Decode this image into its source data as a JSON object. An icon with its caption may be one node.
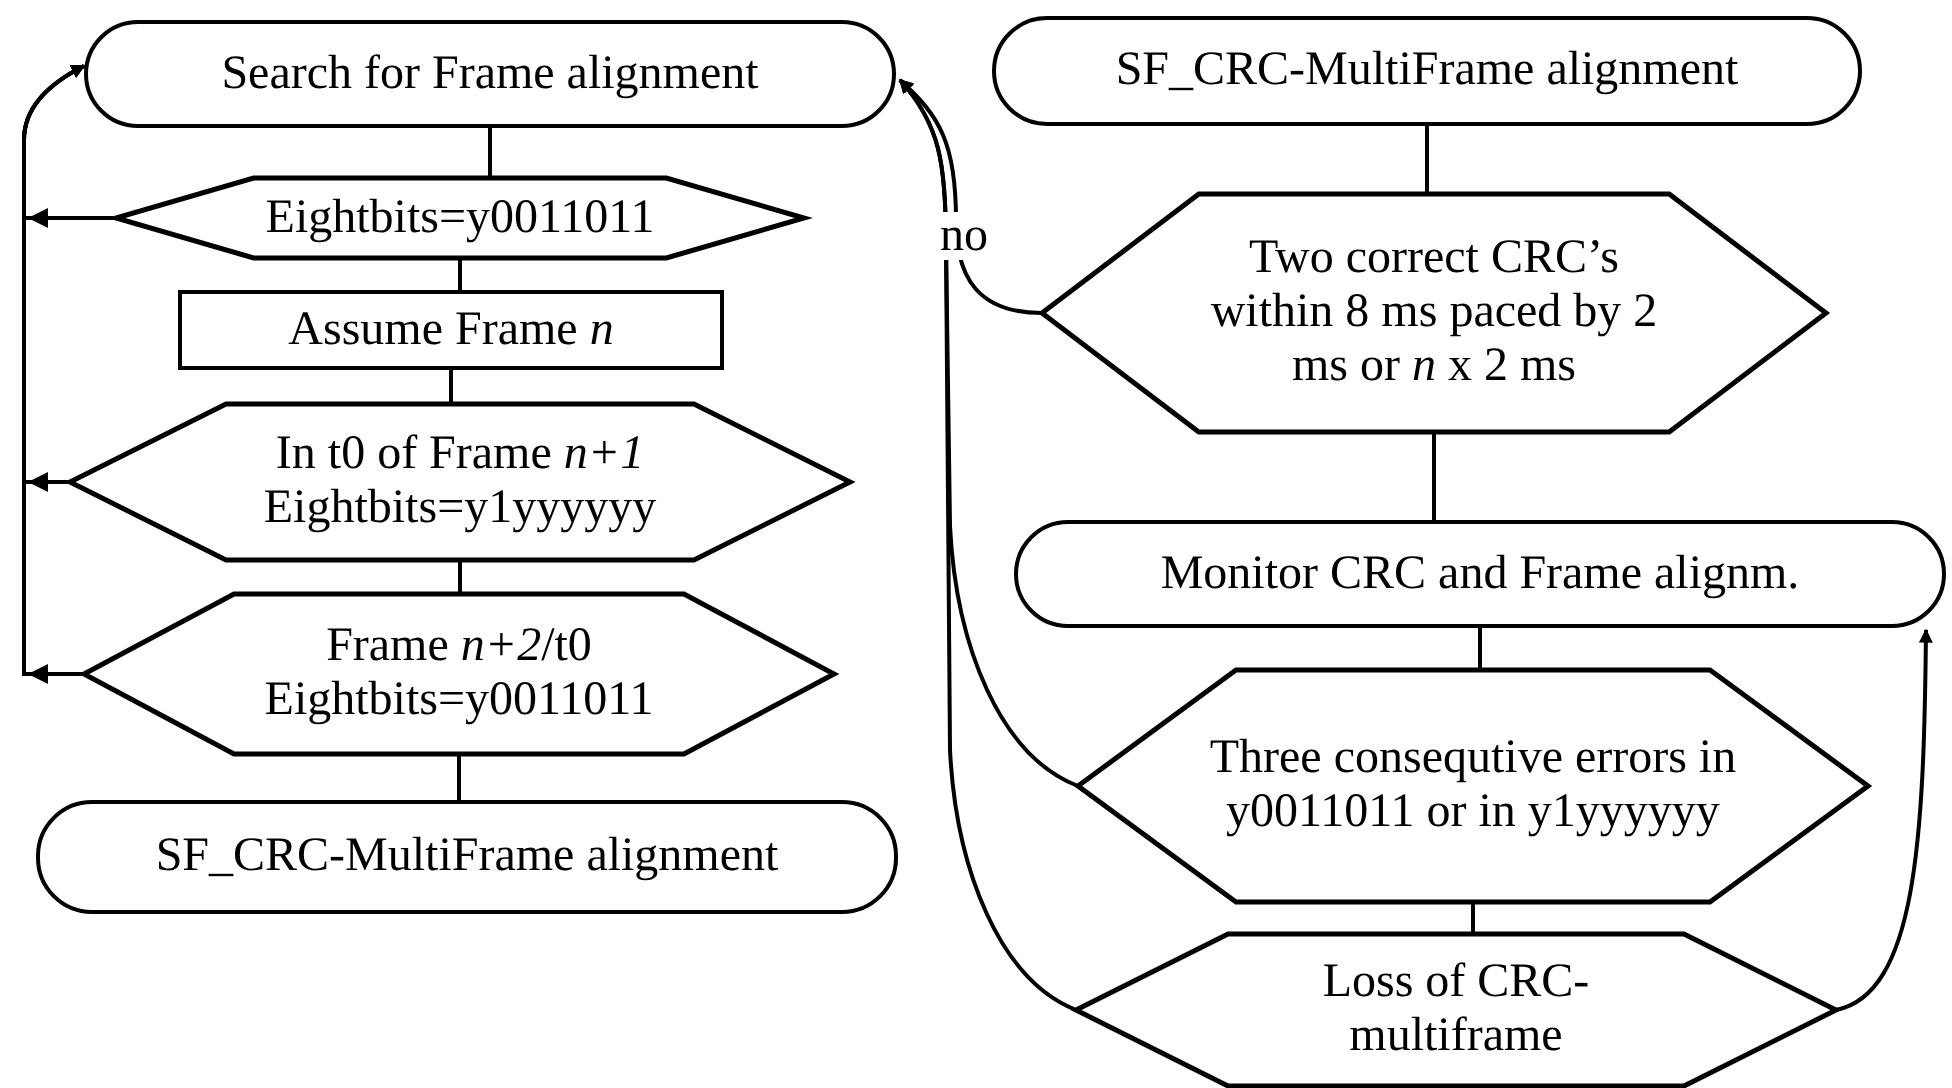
{
  "diagram": {
    "nodes": [
      {
        "text": [
          "Search for Frame alignment"
        ]
      },
      {
        "text": [
          "Eightbits=y0011011"
        ]
      },
      {
        "text": [
          "Assume Frame *n*"
        ]
      },
      {
        "text": [
          "In t0 of Frame *n+1*",
          "Eightbits=y1yyyyyy"
        ]
      },
      {
        "text": [
          "Frame *n+2*/t0",
          "Eightbits=y0011011"
        ]
      },
      {
        "text": [
          "SF_CRC-MultiFrame alignment"
        ]
      },
      {
        "text": [
          "SF_CRC-MultiFrame alignment"
        ]
      },
      {
        "text": [
          "Two correct CRC’s within 8 ms paced by 2 ms or *n* x 2 ms"
        ]
      },
      {
        "text": [
          "Monitor CRC and Frame alignm."
        ]
      },
      {
        "text": [
          "Three consequtive errors in y0011011 or in y1yyyyyy"
        ]
      },
      {
        "text": [
          "Loss of CRC- multiframe"
        ]
      }
    ],
    "edges": [
      {
        "from": 0,
        "to": 1,
        "arrow": "none"
      },
      {
        "from": 1,
        "to": 2,
        "arrow": "none"
      },
      {
        "from": 2,
        "to": 3,
        "arrow": "none"
      },
      {
        "from": 3,
        "to": 4,
        "arrow": "none"
      },
      {
        "from": 4,
        "to": 5,
        "arrow": "none"
      },
      {
        "from": 1,
        "to": 0,
        "arrow": "to"
      },
      {
        "from": 3,
        "to": 0,
        "arrow": "to"
      },
      {
        "from": 4,
        "to": 0,
        "arrow": "to"
      },
      {
        "from": 6,
        "to": 7,
        "arrow": "none"
      },
      {
        "from": 7,
        "to": 8,
        "arrow": "none"
      },
      {
        "from": 8,
        "to": 9,
        "arrow": "none"
      },
      {
        "from": 9,
        "to": 10,
        "arrow": "none"
      },
      {
        "from": 7,
        "to": 0,
        "label": "no",
        "arrow": "to"
      },
      {
        "from": 9,
        "to": 0,
        "arrow": "to"
      },
      {
        "from": 10,
        "to": 0,
        "arrow": "to"
      },
      {
        "from": 10,
        "to": 8,
        "arrow": "to"
      }
    ]
  }
}
